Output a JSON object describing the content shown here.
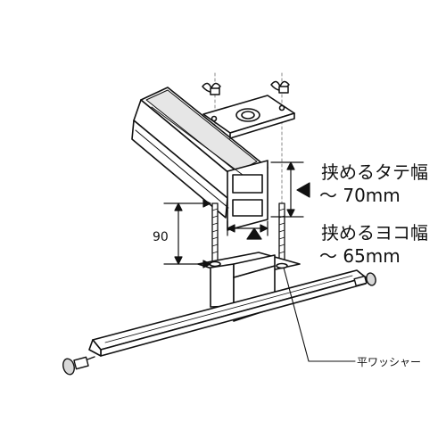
{
  "labels": {
    "clamp_height_title": "挟めるタテ幅",
    "clamp_height_value": "～ 70mm",
    "clamp_width_title": "挟めるヨコ幅",
    "clamp_width_value": "～ 65mm",
    "dimension_90": "90",
    "flat_washer": "平ワッシャー"
  },
  "colors": {
    "line": "#111111",
    "fill": "#ffffff",
    "shade": "#d9d9d9",
    "guide": "#888888"
  }
}
